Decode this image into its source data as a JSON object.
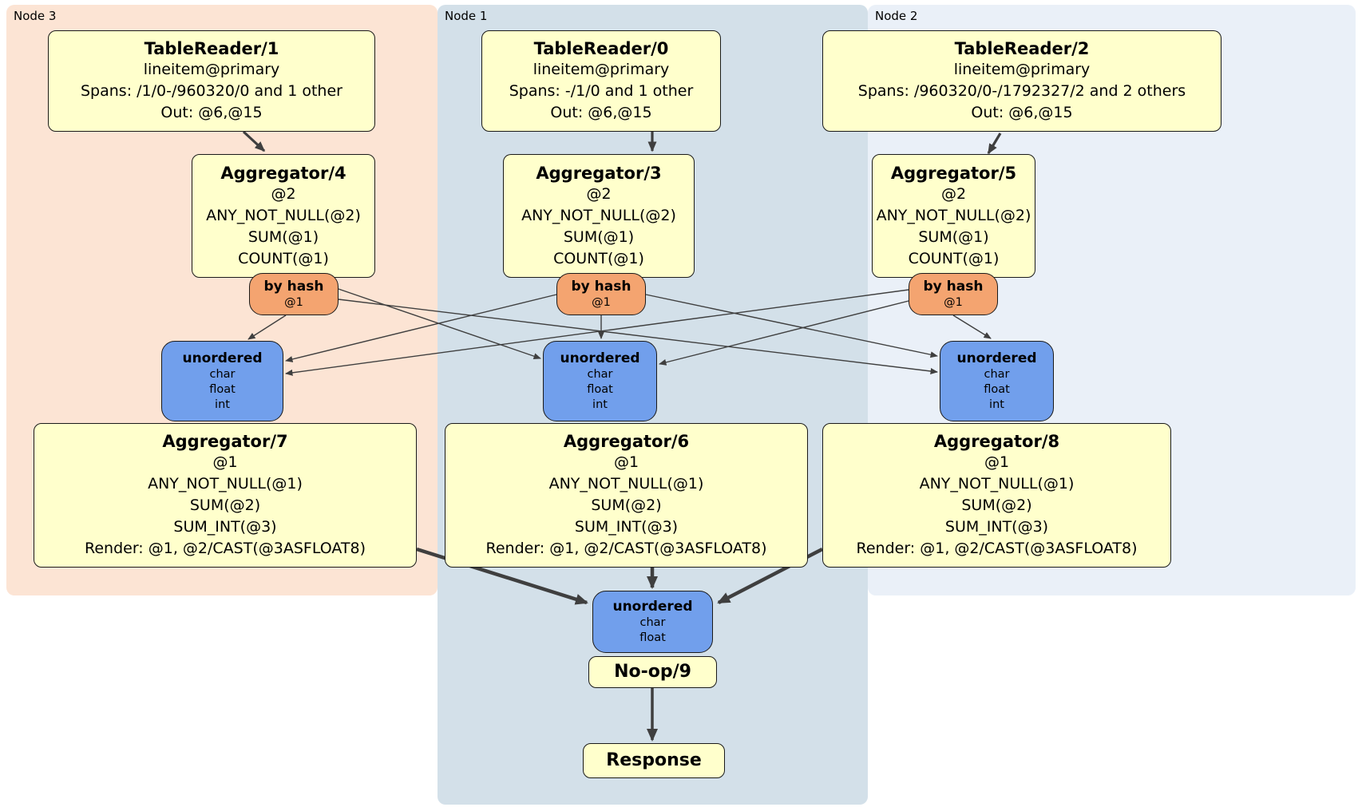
{
  "colors": {
    "processor_fill": "#ffffcc",
    "router_fill": "#f4a470",
    "sync_fill": "#719fec",
    "node3_bg": "#fce4d4",
    "node1_bg": "#d3e0e9",
    "node2_bg": "#eaf0f8",
    "edge": "#3f3f3f",
    "border": "#1a1a1a"
  },
  "nodes": [
    {
      "label": "Node 3",
      "table_reader": {
        "title": "TableReader/1",
        "lines": [
          "lineitem@primary",
          "Spans: /1/0-/960320/0 and 1 other",
          "Out: @6,@15"
        ]
      },
      "aggregator_top": {
        "title": "Aggregator/4",
        "lines": [
          "@2",
          "ANY_NOT_NULL(@2)",
          "SUM(@1)",
          "COUNT(@1)"
        ]
      },
      "router": {
        "title": "by hash",
        "lines": [
          "@1"
        ]
      },
      "sync": {
        "title": "unordered",
        "lines": [
          "char",
          "float",
          "int"
        ]
      },
      "aggregator_bottom": {
        "title": "Aggregator/7",
        "lines": [
          "@1",
          "ANY_NOT_NULL(@1)",
          "SUM(@2)",
          "SUM_INT(@3)",
          "Render: @1, @2/CAST(@3ASFLOAT8)"
        ]
      }
    },
    {
      "label": "Node 1",
      "table_reader": {
        "title": "TableReader/0",
        "lines": [
          "lineitem@primary",
          "Spans: -/1/0 and 1 other",
          "Out: @6,@15"
        ]
      },
      "aggregator_top": {
        "title": "Aggregator/3",
        "lines": [
          "@2",
          "ANY_NOT_NULL(@2)",
          "SUM(@1)",
          "COUNT(@1)"
        ]
      },
      "router": {
        "title": "by hash",
        "lines": [
          "@1"
        ]
      },
      "sync": {
        "title": "unordered",
        "lines": [
          "char",
          "float",
          "int"
        ]
      },
      "aggregator_bottom": {
        "title": "Aggregator/6",
        "lines": [
          "@1",
          "ANY_NOT_NULL(@1)",
          "SUM(@2)",
          "SUM_INT(@3)",
          "Render: @1, @2/CAST(@3ASFLOAT8)"
        ]
      }
    },
    {
      "label": "Node 2",
      "table_reader": {
        "title": "TableReader/2",
        "lines": [
          "lineitem@primary",
          "Spans: /960320/0-/1792327/2 and 2 others",
          "Out: @6,@15"
        ]
      },
      "aggregator_top": {
        "title": "Aggregator/5",
        "lines": [
          "@2",
          "ANY_NOT_NULL(@2)",
          "SUM(@1)",
          "COUNT(@1)"
        ]
      },
      "router": {
        "title": "by hash",
        "lines": [
          "@1"
        ]
      },
      "sync": {
        "title": "unordered",
        "lines": [
          "char",
          "float",
          "int"
        ]
      },
      "aggregator_bottom": {
        "title": "Aggregator/8",
        "lines": [
          "@1",
          "ANY_NOT_NULL(@1)",
          "SUM(@2)",
          "SUM_INT(@3)",
          "Render: @1, @2/CAST(@3ASFLOAT8)"
        ]
      }
    }
  ],
  "final_stage": {
    "sync": {
      "title": "unordered",
      "lines": [
        "char",
        "float"
      ]
    },
    "noop": {
      "title": "No-op/9"
    },
    "response": {
      "title": "Response"
    }
  }
}
